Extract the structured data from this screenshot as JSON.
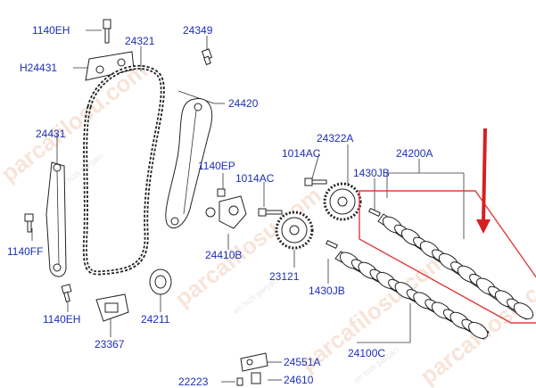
{
  "labels": {
    "l1140eh_top": "1140EH",
    "l24321": "24321",
    "l24349": "24349",
    "lh24431": "H24431",
    "l24420": "24420",
    "l24431": "24431",
    "l24322a": "24322A",
    "l24200a": "24200A",
    "l1014ac_upper": "1014AC",
    "l1140ep": "1140EP",
    "l1430jb_upper": "1430JB",
    "l1014ac_lower": "1014AC",
    "l1140ff": "1140FF",
    "l24410b": "24410B",
    "l23121": "23121",
    "l1430jb_lower": "1430JB",
    "l1140eh_bottom": "1140EH",
    "l24211": "24211",
    "l23367": "23367",
    "l24100c": "24100C",
    "l24551a": "24551A",
    "l22223": "22223",
    "l24610": "24610"
  },
  "watermark": {
    "main": "parcafilosu.com",
    "sub": "en hızlı parçacı"
  },
  "colors": {
    "label": "#1c2fb4",
    "highlight": "#e03c3c",
    "arrow": "#d62020"
  }
}
